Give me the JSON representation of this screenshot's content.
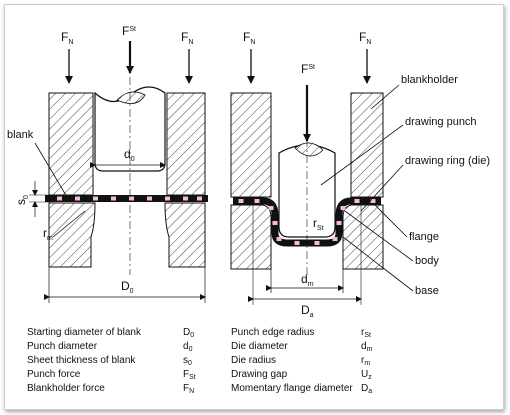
{
  "colors": {
    "line": "#111111",
    "hatch": "#222222",
    "plate": "#111111",
    "pink": "#f3b9e8",
    "bg": "#ffffff"
  },
  "forces": {
    "fn_main": "F",
    "fn_sub": "N",
    "fst_main": "F",
    "fst_sub": "St"
  },
  "left": {
    "blank_label": "blank",
    "d0_main": "d",
    "d0_sub": "0",
    "s0_main": "s",
    "s0_sub": "0",
    "rm_main": "r",
    "rm_sub": "m",
    "D0_main": "D",
    "D0_sub": "0"
  },
  "right": {
    "labels": {
      "blankholder": "blankholder",
      "drawing_punch": "drawing punch",
      "drawing_ring": "drawing ring (die)",
      "flange": "flange",
      "body": "body",
      "base": "base"
    },
    "rst_main": "r",
    "rst_sub": "St",
    "dm_main": "d",
    "dm_sub": "m",
    "Da_main": "D",
    "Da_sub": "a"
  },
  "legend": {
    "left": [
      {
        "desc": "Starting diameter of blank",
        "sym": "D",
        "sub": "0"
      },
      {
        "desc": "Punch diameter",
        "sym": "d",
        "sub": "0"
      },
      {
        "desc": "Sheet thickness of blank",
        "sym": "s",
        "sub": "0"
      },
      {
        "desc": "Punch force",
        "sym": "F",
        "sub": "St"
      },
      {
        "desc": "Blankholder force",
        "sym": "F",
        "sub": "N"
      }
    ],
    "right": [
      {
        "desc": "Punch edge radius",
        "sym": "r",
        "sub": "St"
      },
      {
        "desc": "Die diameter",
        "sym": "d",
        "sub": "m"
      },
      {
        "desc": "Die radius",
        "sym": "r",
        "sub": "m"
      },
      {
        "desc": "Drawing gap",
        "sym": "U",
        "sub": "z"
      },
      {
        "desc": "Momentary flange diameter",
        "sym": "D",
        "sub": "a"
      }
    ]
  }
}
